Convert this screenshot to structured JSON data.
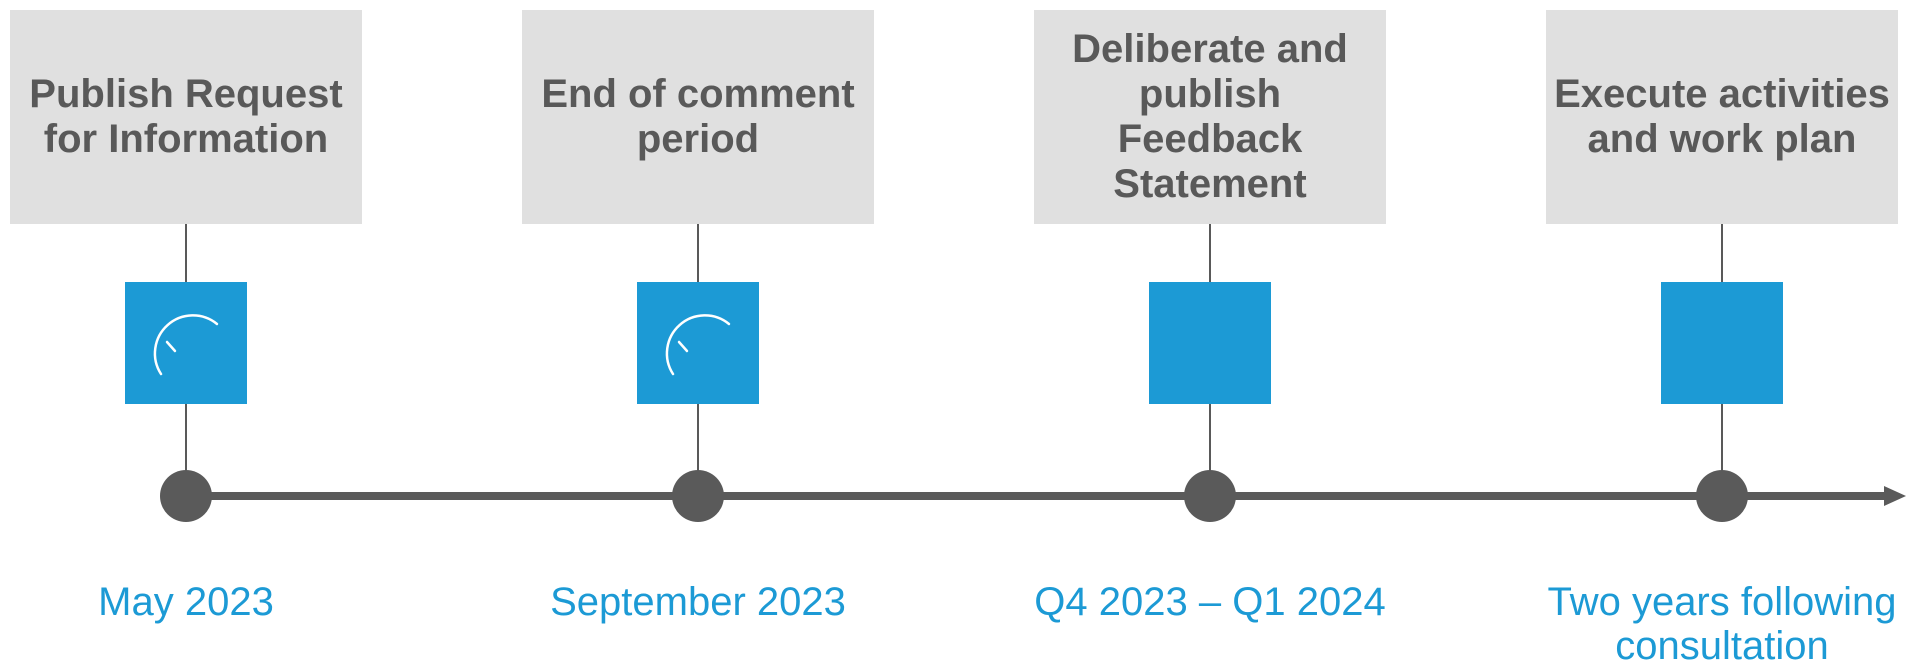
{
  "milestones": [
    {
      "title": "Publish Request for Information",
      "date": "May 2023",
      "icon": "gauge-icon"
    },
    {
      "title": "End of comment period",
      "date": "September 2023",
      "icon": "gauge-icon"
    },
    {
      "title": "Deliberate and publish Feedback Statement",
      "date": "Q4 2023 – Q1 2024",
      "icon": ""
    },
    {
      "title": "Execute activities and work plan",
      "date": "Two years following consultation",
      "icon": ""
    }
  ],
  "colors": {
    "accent": "#1c9ad5",
    "box": "#e0e0e0",
    "text": "#595959",
    "line": "#5a5a5a"
  }
}
